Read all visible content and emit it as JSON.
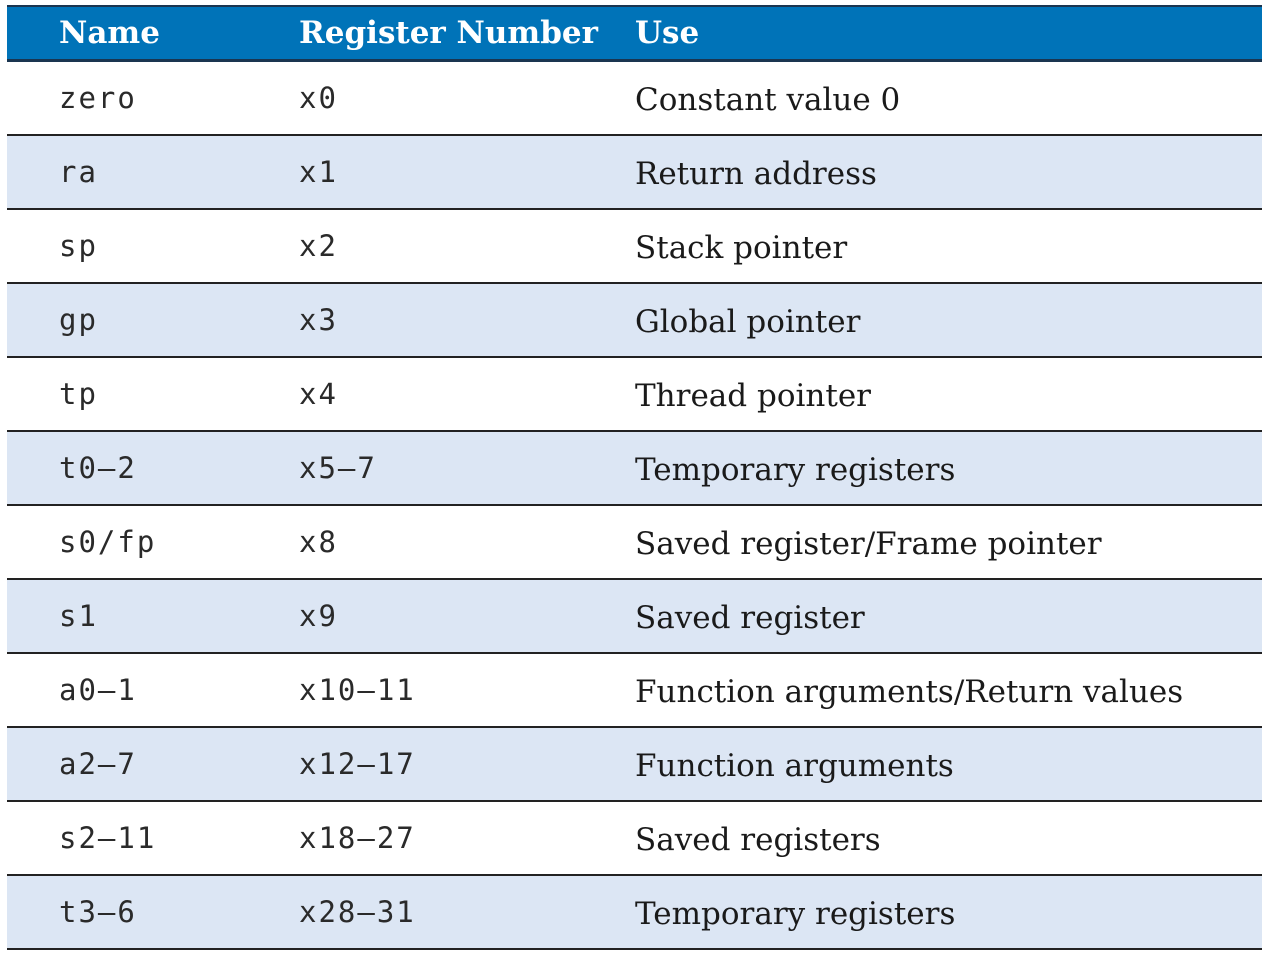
{
  "table": {
    "headers": [
      "Name",
      "Register Number",
      "Use"
    ],
    "rows": [
      {
        "name": "zero",
        "number": "x0",
        "use": "Constant value 0"
      },
      {
        "name": "ra",
        "number": "x1",
        "use": "Return address"
      },
      {
        "name": "sp",
        "number": "x2",
        "use": "Stack pointer"
      },
      {
        "name": "gp",
        "number": "x3",
        "use": "Global pointer"
      },
      {
        "name": "tp",
        "number": "x4",
        "use": "Thread pointer"
      },
      {
        "name": "t0–2",
        "number": "x5–7",
        "use": "Temporary registers"
      },
      {
        "name": "s0/fp",
        "number": "x8",
        "use": "Saved register/Frame pointer"
      },
      {
        "name": "s1",
        "number": "x9",
        "use": "Saved register"
      },
      {
        "name": "a0–1",
        "number": "x10–11",
        "use": "Function arguments/Return values"
      },
      {
        "name": "a2–7",
        "number": "x12–17",
        "use": "Function arguments"
      },
      {
        "name": "s2–11",
        "number": "x18–27",
        "use": "Saved registers"
      },
      {
        "name": "t3–6",
        "number": "x28–31",
        "use": "Temporary registers"
      }
    ]
  },
  "colors": {
    "header_bg": "#0073b8",
    "alt_row_bg": "#dce6f4",
    "rule": "#222222"
  }
}
